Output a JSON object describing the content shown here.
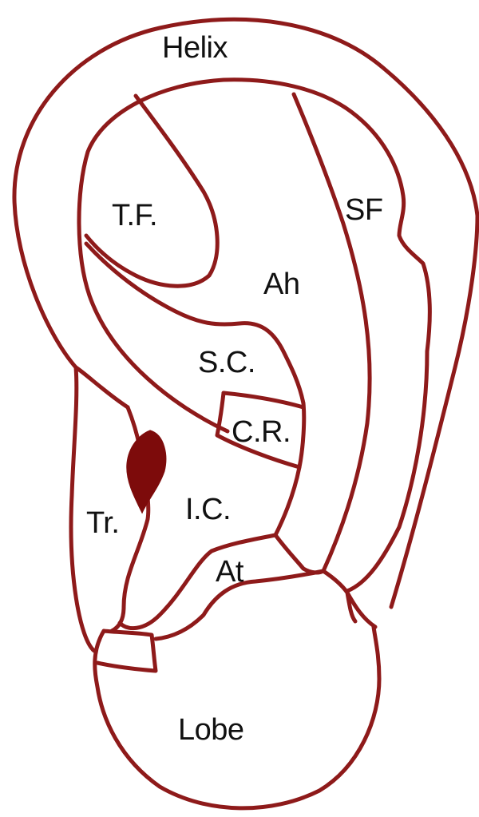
{
  "diagram": {
    "line_color": "#8e1a1a",
    "fill_color": "#7d0b0b",
    "background": "#ffffff",
    "labels": {
      "helix": "Helix",
      "triangular_fossa": "T.F.",
      "scaphoid_fossa": "SF",
      "antihelix": "Ah",
      "superior_concha": "S.C.",
      "crus_root": "C.R.",
      "inferior_concha": "I.C.",
      "tragus": "Tr.",
      "antitragus": "At",
      "lobe": "Lobe"
    }
  }
}
